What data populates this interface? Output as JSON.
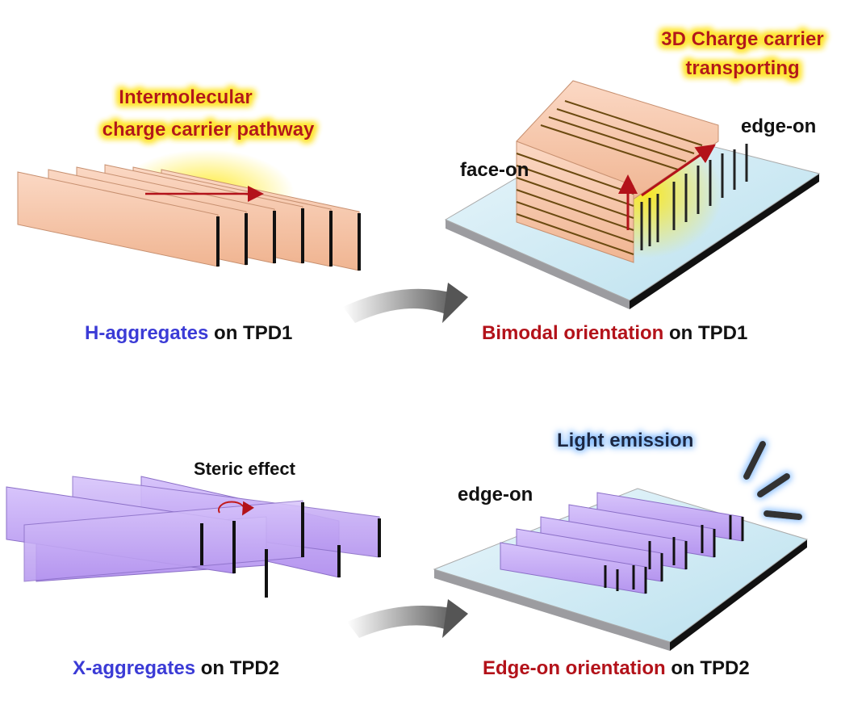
{
  "top_left": {
    "title_line1": "Intermolecular",
    "title_line2": "charge carrier pathway",
    "caption_highlight": "H-aggregates",
    "caption_rest": " on TPD1"
  },
  "top_right": {
    "title_line1": "3D Charge carrier",
    "title_line2": "transporting",
    "label_edge_on": "edge-on",
    "label_face_on": "face-on",
    "caption_highlight": "Bimodal orientation",
    "caption_rest": " on TPD1"
  },
  "bottom_left": {
    "label_steric": "Steric effect",
    "caption_highlight": "X-aggregates",
    "caption_rest": " on TPD2"
  },
  "bottom_right": {
    "title": "Light emission",
    "label_edge_on": "edge-on",
    "caption_highlight": "Edge-on orientation",
    "caption_rest": " on TPD2"
  },
  "colors": {
    "peach": "#f6c3a6",
    "purple": "#c3a9f4",
    "accent_red": "#b3121a",
    "accent_blue": "#3b3bd6",
    "substrate": "#d8eef6"
  }
}
